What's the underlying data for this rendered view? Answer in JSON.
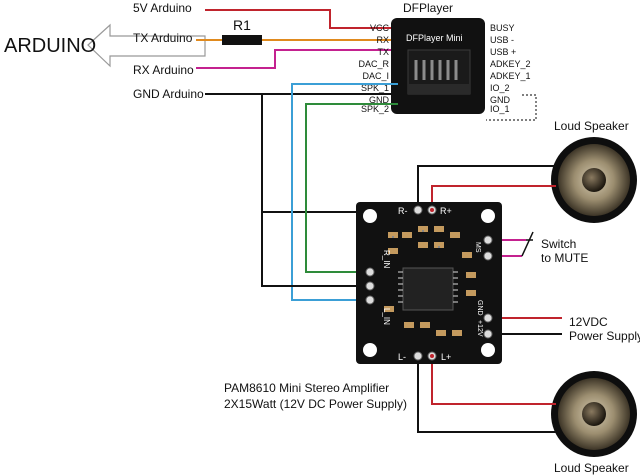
{
  "colors": {
    "vcc": "#c0242d",
    "tx": "#e08a1e",
    "rx": "#c4218f",
    "gnd": "#111111",
    "spk1": "#3b9fd6",
    "spk2": "#2e8b3a",
    "board": "#111111"
  },
  "labels": {
    "arduino": "ARDUINO",
    "arduino_5v": "5V Arduino",
    "arduino_tx": "TX Arduino",
    "arduino_rx": "RX Arduino",
    "arduino_gnd": "GND Arduino",
    "resistor": "R1",
    "dfplayer_title": "DFPlayer",
    "dfplayer_board_name": "DFPlayer Mini",
    "loud_speaker_top": "Loud Speaker",
    "loud_speaker_bottom": "Loud Speaker",
    "switch_line1": "Switch",
    "switch_line2": "to MUTE",
    "power_line1": "12VDC",
    "power_line2": "Power Supply",
    "amp_caption_line1": "PAM8610 Mini Stereo Amplifier",
    "amp_caption_line2": "2X15Watt (12V DC Power Supply)",
    "amp_r_minus": "R-",
    "amp_r_plus": "R+",
    "amp_l_minus": "L-",
    "amp_l_plus": "L+",
    "amp_r_in": "R_IN",
    "amp_l_in": "L_IN",
    "amp_ms": "MS",
    "amp_12v": "+12V",
    "amp_gnd": "GND"
  },
  "dfplayer_pins": {
    "left": [
      "VCC",
      "RX",
      "TX",
      "DAC_R",
      "DAC_I",
      "SPK_1",
      "GND",
      "SPK_2"
    ],
    "right": [
      "BUSY",
      "USB -",
      "USB +",
      "ADKEY_2",
      "ADKEY_1",
      "IO_2",
      "GND",
      "IO_1"
    ]
  }
}
